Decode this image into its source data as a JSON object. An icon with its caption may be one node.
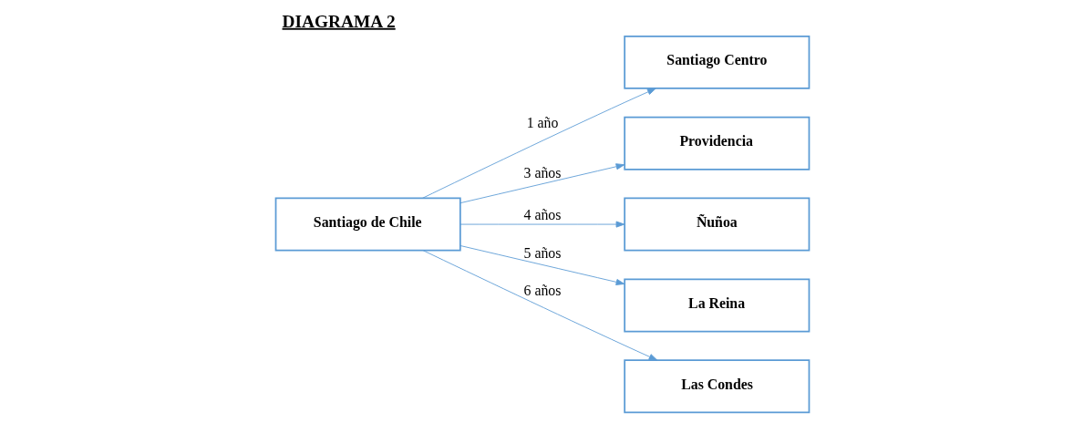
{
  "diagram": {
    "title": "DIAGRAMA 2",
    "nodes": [
      {
        "text": [
          "Santiago de Chile"
        ]
      },
      {
        "text": [
          "Santiago Centro"
        ]
      },
      {
        "text": [
          "Providencia"
        ]
      },
      {
        "text": [
          "Ñuñoa"
        ]
      },
      {
        "text": [
          "La Reina"
        ]
      },
      {
        "text": [
          "Las Condes"
        ]
      }
    ],
    "edges": [
      {
        "from": 0,
        "to": 1,
        "arrow": "to",
        "label": "1 año"
      },
      {
        "from": 0,
        "to": 2,
        "arrow": "to",
        "label": "3 años"
      },
      {
        "from": 0,
        "to": 3,
        "arrow": "to",
        "label": "4 años"
      },
      {
        "from": 0,
        "to": 4,
        "arrow": "to",
        "label": "5 años"
      },
      {
        "from": 0,
        "to": 5,
        "arrow": "to",
        "label": "6 años"
      }
    ]
  }
}
